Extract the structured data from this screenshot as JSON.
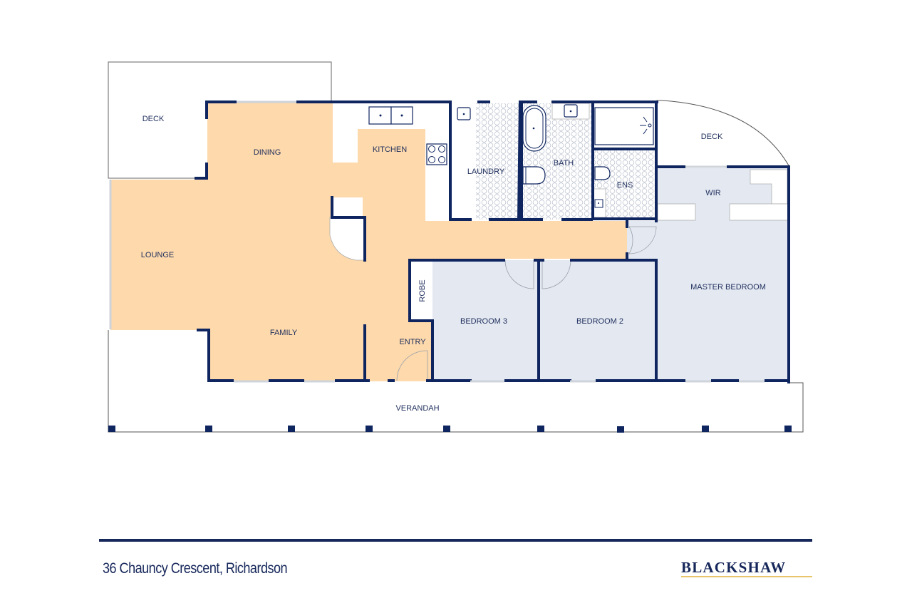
{
  "colors": {
    "wall": "#0f2560",
    "living_fill": "#fdd9ac",
    "bedroom_fill": "#e3e8f1",
    "outline": "#555555",
    "window": "#d4d4d4",
    "accent_gold": "#e8c46a",
    "text": "#1f2e5c"
  },
  "rooms": {
    "deck_left": "DECK",
    "dining": "DINING",
    "kitchen": "KITCHEN",
    "laundry": "LAUNDRY",
    "bath": "BATH",
    "ens": "ENS",
    "deck_right": "DECK",
    "wir": "WIR",
    "lounge": "LOUNGE",
    "master_bedroom": "MASTER BEDROOM",
    "robe": "ROBE",
    "bedroom_3": "BEDROOM 3",
    "bedroom_2": "BEDROOM 2",
    "family": "FAMILY",
    "entry": "ENTRY",
    "verandah": "VERANDAH"
  },
  "footer": {
    "address": "36 Chauncy Crescent, Richardson",
    "brand": "BLACKSHAW"
  }
}
